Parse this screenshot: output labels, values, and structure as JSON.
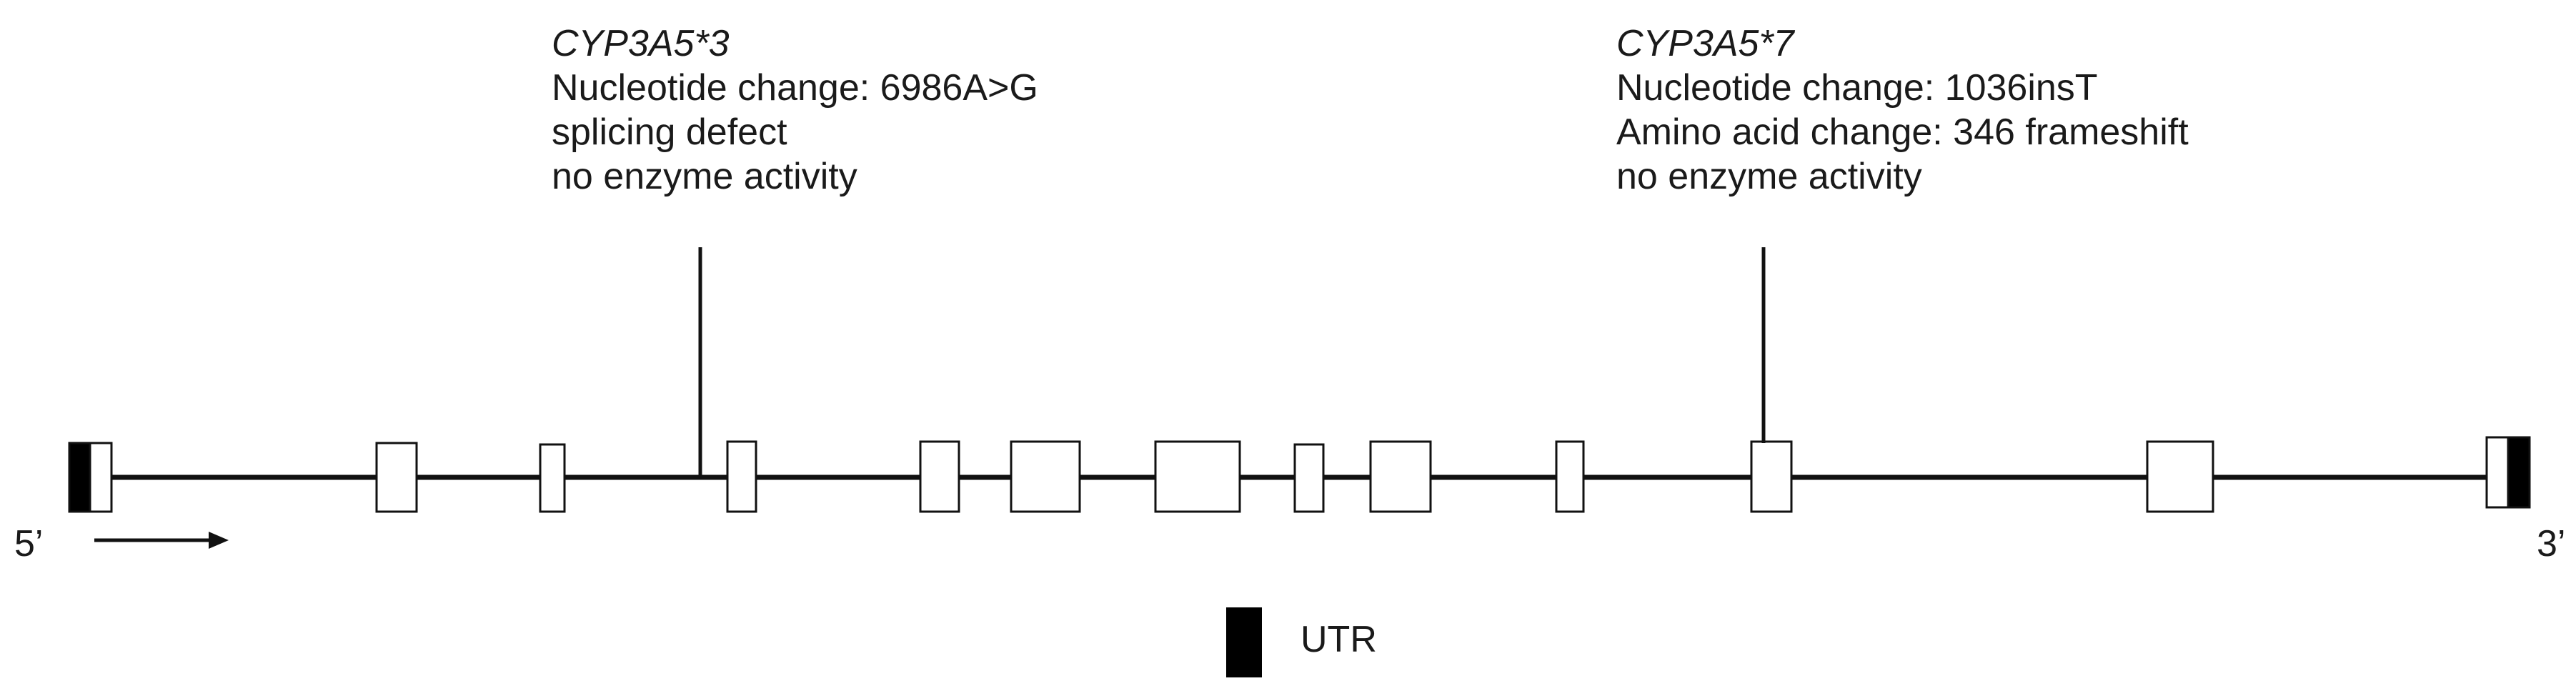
{
  "gene_diagram": {
    "variants": [
      {
        "allele": "CYP3A5*3",
        "lines": [
          "Nucleotide change: 6986A>G",
          "splicing defect",
          "no enzyme activity"
        ]
      },
      {
        "allele": "CYP3A5*7",
        "lines": [
          "Nucleotide change: 1036insT",
          "Amino acid change: 346 frameshift",
          "no enzyme activity"
        ]
      }
    ],
    "end_labels": {
      "five_prime": "5’",
      "three_prime": "3’"
    },
    "legend": {
      "label": "UTR",
      "color": "#000000"
    },
    "colors": {
      "line": "#111111",
      "exon_fill": "#ffffff",
      "utr_fill": "#000000"
    }
  }
}
